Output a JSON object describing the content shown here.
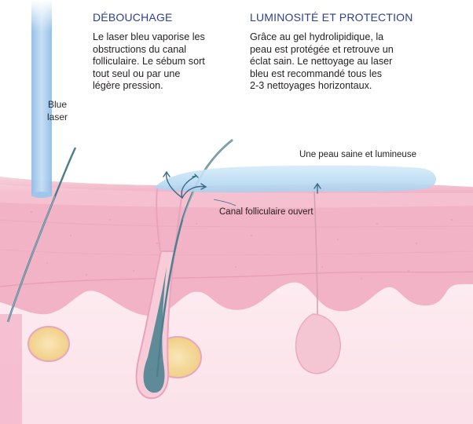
{
  "columns": [
    {
      "heading": "DÉBOUCHAGE",
      "lines": [
        "Le laser bleu vaporise les",
        "obstructions du canal",
        "folliculaire. Le sébum sort",
        "tout seul ou par une",
        "légère pression."
      ]
    },
    {
      "heading": "LUMINOSITÉ ET PROTECTION",
      "lines": [
        "Grâce au gel hydrolipidique, la",
        "peau est protégée et retrouve un",
        "éclat sain. Le nettoyage au laser",
        "bleu est recommandé tous les",
        "2-3 nettoyages horizontaux."
      ]
    }
  ],
  "laser": {
    "line1": "Blue",
    "line2": "laser"
  },
  "labels": {
    "healthy_skin": "Une peau saine et lumineuse",
    "open_canal": "Canal folliculaire ouvert"
  },
  "colors": {
    "heading": "#2f3f8f",
    "laser_beam": "#a9cdee",
    "gel": "#b9dcf3",
    "epidermis": "#f2b6c8",
    "dermis": "#fbe3ea",
    "hair": "#4f7f8e",
    "sebaceous": "#f3d89a"
  }
}
